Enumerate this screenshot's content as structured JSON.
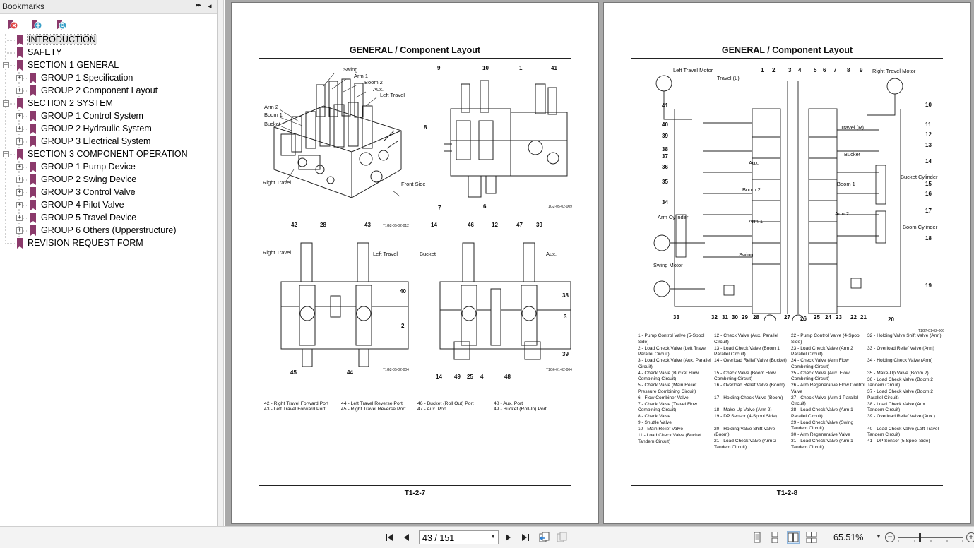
{
  "bookmarks": {
    "title": "Bookmarks",
    "expand_all_label": "▸▸",
    "close_panel_label": "◂",
    "items": [
      {
        "label": "INTRODUCTION",
        "level": 0,
        "expander": ""
      },
      {
        "label": "SAFETY",
        "level": 0,
        "expander": ""
      },
      {
        "label": "SECTION 1 GENERAL",
        "level": 0,
        "expander": "−"
      },
      {
        "label": "GROUP 1 Specification",
        "level": 1,
        "expander": "+"
      },
      {
        "label": "GROUP 2 Component Layout",
        "level": 1,
        "expander": "+"
      },
      {
        "label": "SECTION 2 SYSTEM",
        "level": 0,
        "expander": "−"
      },
      {
        "label": "GROUP 1 Control System",
        "level": 1,
        "expander": "+"
      },
      {
        "label": "GROUP 2 Hydraulic System",
        "level": 1,
        "expander": "+"
      },
      {
        "label": "GROUP 3 Electrical System",
        "level": 1,
        "expander": "+"
      },
      {
        "label": "SECTION 3 COMPONENT OPERATION",
        "level": 0,
        "expander": "−"
      },
      {
        "label": "GROUP 1 Pump Device",
        "level": 1,
        "expander": "+"
      },
      {
        "label": "GROUP 2 Swing Device",
        "level": 1,
        "expander": "+"
      },
      {
        "label": "GROUP 3 Control Valve",
        "level": 1,
        "expander": "+"
      },
      {
        "label": "GROUP 4 Pilot Valve",
        "level": 1,
        "expander": "+"
      },
      {
        "label": "GROUP 5 Travel Device",
        "level": 1,
        "expander": "+"
      },
      {
        "label": "GROUP 6 Others (Upperstructure)",
        "level": 1,
        "expander": "+"
      },
      {
        "label": "REVISION REQUEST FORM",
        "level": 0,
        "expander": ""
      }
    ],
    "selected_index": 0
  },
  "left_page": {
    "title": "GENERAL / Component Layout",
    "page_number": "T1-2-7",
    "top_left_labels": [
      "Swing",
      "Arm 1",
      "Boom 2",
      "Aux.",
      "Left Travel",
      "Arm 2",
      "Boom 1",
      "Bucket",
      "Right Travel",
      "Front Side"
    ],
    "top_right_numbers": [
      "9",
      "10",
      "1",
      "41",
      "8",
      "7",
      "6"
    ],
    "bottom_left_labels": [
      "Right Travel",
      "Left Travel"
    ],
    "bottom_left_numbers": [
      "42",
      "28",
      "43",
      "40",
      "2",
      "45",
      "44"
    ],
    "bottom_right_labels": [
      "Bucket",
      "Aux."
    ],
    "bottom_right_numbers": [
      "14",
      "46",
      "12",
      "47",
      "39",
      "38",
      "3",
      "39",
      "14",
      "49",
      "25",
      "4",
      "48"
    ],
    "figure_codes": [
      "T1G2-05-02-012",
      "T1G2-05-02-009",
      "T1G2-05-02-004",
      "T1G6-01-02-004"
    ],
    "port_legend": [
      "42 - Right Travel Forward Port",
      "43 - Left Travel Forward Port",
      "44 - Left Travel Reverse Port",
      "45 - Right Travel Reverse Port",
      "46 - Bucket (Roll Out) Port",
      "47 - Aux. Port",
      "48 - Aux. Port",
      "49 - Bucket (Roll-In) Port"
    ]
  },
  "right_page": {
    "title": "GENERAL / Component Layout",
    "page_number": "T1-2-8",
    "figure_code": "T1G7-01-02-006",
    "diagram_labels": [
      "Left Travel Motor",
      "Right Travel Motor",
      "Travel (L)",
      "Travel (R)",
      "Aux.",
      "Bucket",
      "Boom 2",
      "Boom 1",
      "Arm 1",
      "Arm 2",
      "Swing",
      "Arm Cylinder",
      "Swing Motor",
      "Bucket Cylinder",
      "Boom Cylinder"
    ],
    "top_numbers": [
      "1",
      "2",
      "3",
      "4",
      "5",
      "6",
      "7",
      "8",
      "9"
    ],
    "left_numbers": [
      "41",
      "40",
      "39",
      "38",
      "37",
      "36",
      "35",
      "34",
      "33"
    ],
    "right_numbers": [
      "10",
      "11",
      "12",
      "13",
      "14",
      "15",
      "16",
      "17",
      "18",
      "19",
      "20"
    ],
    "bottom_numbers": [
      "32",
      "31",
      "30",
      "29",
      "28",
      "27",
      "26",
      "25",
      "24",
      "23",
      "22",
      "21"
    ],
    "legend": [
      {
        "text": "1 - Pump Control Valve (5-Spool Side)"
      },
      {
        "text": "2 - Load Check Valve (Left Travel Parallel Circuit)"
      },
      {
        "text": "3 - Load Check Valve (Aux. Parallel Circuit)"
      },
      {
        "text": "4 - Check Valve (Bucket Flow Combining Circuit)"
      },
      {
        "text": "5 - Check Valve (Main Relief Pressure Combining Circuit)"
      },
      {
        "text": "6 - Flow Combiner Valve"
      },
      {
        "text": "7 - Check Valve (Travel Flow Combining Circuit)"
      },
      {
        "text": "8 - Check Valve"
      },
      {
        "text": "9 - Shuttle Valve"
      },
      {
        "text": "10 - Main Relief Valve"
      },
      {
        "text": "11 - Load Check Valve (Bucket Tandem Circuit)"
      },
      {
        "text": "12 - Check Valve (Aux. Parallel Circuit)"
      },
      {
        "text": "13 - Load Check Valve (Boom 1 Parallel Circuit)"
      },
      {
        "text": "14 - Overload Relief Valve (Bucket)"
      },
      {
        "text": "15 - Check Valve (Boom Flow Combining Circuit)"
      },
      {
        "text": "16 - Overload Relief Valve (Boom)"
      },
      {
        "text": "17 - Holding Check Valve (Boom)"
      },
      {
        "text": "18 - Make-Up Valve (Arm 2)"
      },
      {
        "text": "19 - DP Sensor (4-Spool Side)"
      },
      {
        "text": "20 - Holding Valve Shift Valve (Boom)"
      },
      {
        "text": "21 - Load Check Valve (Arm 2 Tandem Circuit)"
      },
      {
        "text": "22 - Pump Control Valve (4-Spool Side)"
      },
      {
        "text": "23 - Load Check Valve (Arm 2 Parallel Circuit)"
      },
      {
        "text": "24 - Check Valve (Arm Flow Combining Circuit)"
      },
      {
        "text": "25 - Check Valve (Aux. Flow Combining Circuit)"
      },
      {
        "text": "26 - Arm Regenerative Flow Control Valve"
      },
      {
        "text": "27 - Check Valve (Arm 1 Parallel Circuit)"
      },
      {
        "text": "28 - Load Check Valve (Arm 1 Parallel Circuit)"
      },
      {
        "text": "29 - Load Check Valve (Swing Tandem Circuit)"
      },
      {
        "text": "30 - Arm Regenerative Valve"
      },
      {
        "text": "31 - Load Check Valve (Arm 1 Tandem Circuit)"
      },
      {
        "text": "32 - Holding Valve Shift Valve (Arm)"
      },
      {
        "text": "33 - Overload Relief Valve (Arm)"
      },
      {
        "text": "34 - Holding Check Valve (Arm)"
      },
      {
        "text": "35 - Make-Up Valve (Boom 2)"
      },
      {
        "text": "36 - Load Check Valve (Boom 2 Tandem Circuit)"
      },
      {
        "text": "37 - Load Check Valve (Boom 2 Parallel Circuit)"
      },
      {
        "text": "38 - Load Check Valve (Aux. Tandem Circuit)"
      },
      {
        "text": "39 - Overload Relief Valve (Aux.)"
      },
      {
        "text": "40 - Load Check Valve (Left Travel Tandem Circuit)"
      },
      {
        "text": "41 - DP Sensor (5 Spool Side)"
      }
    ]
  },
  "toolbar": {
    "page_value": "43 / 151",
    "zoom_value": "65.51%",
    "zoom_fraction": 0.32
  }
}
